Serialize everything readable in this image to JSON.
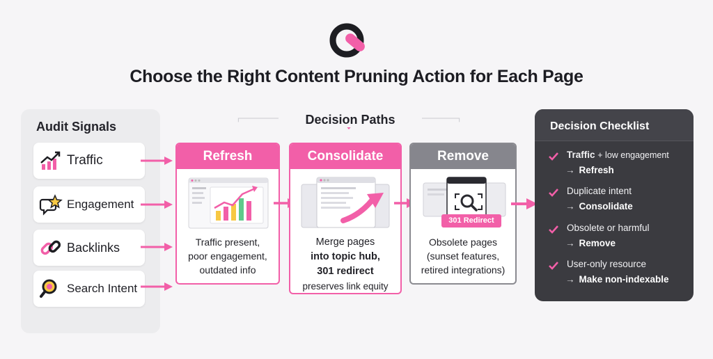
{
  "page": {
    "title": "Choose the Right Content Pruning Action for Each Page"
  },
  "colors": {
    "accent": "#f25fa8",
    "remove_gray": "#86868d",
    "checklist_bg": "#3b3b40"
  },
  "audit": {
    "title": "Audit Signals",
    "signals": [
      {
        "label": "Traffic",
        "icon": "trend-up-chart-icon"
      },
      {
        "label": "Engagement",
        "icon": "chat-star-icon"
      },
      {
        "label": "Backlinks",
        "icon": "chain-link-icon"
      },
      {
        "label": "Search Intent",
        "icon": "magnifier-icon"
      }
    ]
  },
  "paths": {
    "title": "Decision Paths",
    "cards": [
      {
        "title": "Refresh",
        "lines": [
          "Traffic present,",
          "poor engagement,",
          "outdated info"
        ]
      },
      {
        "title": "Consolidate",
        "lines": [
          "Merge pages",
          "into topic hub,",
          "301 redirect",
          "preserves link equity"
        ]
      },
      {
        "title": "Remove",
        "badge": "301 Redirect",
        "lines": [
          "Obsolete pages",
          "(sunset features,",
          "retired integrations)"
        ]
      }
    ]
  },
  "checklist": {
    "title": "Decision Checklist",
    "items": [
      {
        "condition_strong": "Traffic",
        "condition": "+ low engagement",
        "action": "Refresh"
      },
      {
        "condition": "Duplicate intent",
        "action": "Consolidate"
      },
      {
        "condition": "Obsolete or harmful",
        "action": "Remove"
      },
      {
        "condition": "User-only resource",
        "action": "Make non-indexable"
      }
    ]
  }
}
